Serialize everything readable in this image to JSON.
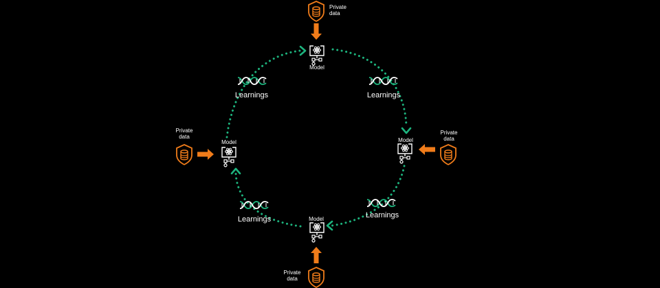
{
  "colors": {
    "background": "#000000",
    "arrow_orange": "#f07c1a",
    "cycle_green": "#1db47e",
    "icon_white": "#ffffff"
  },
  "model_label": "Model",
  "private_data_label": "Private\ndata",
  "learnings_label": "Learnings",
  "icons": {
    "model": "model-network-icon",
    "data": "database-shield-icon",
    "learnings": "dna-icon"
  }
}
